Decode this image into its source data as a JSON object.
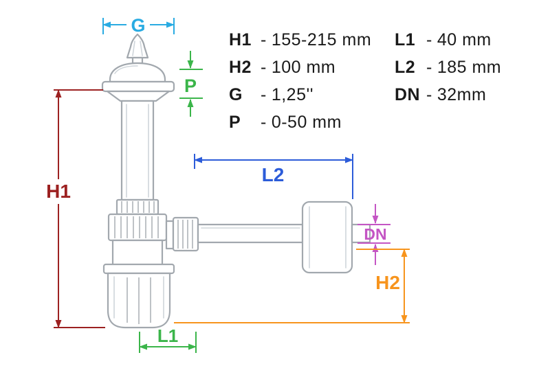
{
  "colors": {
    "h1": "#9c2121",
    "h2": "#f7941d",
    "g": "#29abe2",
    "p": "#3bb54a",
    "l1": "#3bb54a",
    "l2": "#2c5cd9",
    "dn": "#c455c4",
    "outline": "#a2a8ae",
    "text": "#1a1a1a"
  },
  "dim_labels": {
    "h1": "H1",
    "h2": "H2",
    "g": "G",
    "p": "P",
    "l1": "L1",
    "l2": "L2",
    "dn": "DN"
  },
  "legend": {
    "separator": "-",
    "col1": [
      {
        "label": "H1",
        "value": "155-215 mm"
      },
      {
        "label": "H2",
        "value": "100 mm"
      },
      {
        "label": "G",
        "value": "1,25''"
      },
      {
        "label": "P",
        "value": "0-50 mm"
      }
    ],
    "col2": [
      {
        "label": "L1",
        "value": "40 mm"
      },
      {
        "label": "L2",
        "value": "185 mm"
      },
      {
        "label": "DN",
        "value": "32mm"
      }
    ]
  }
}
